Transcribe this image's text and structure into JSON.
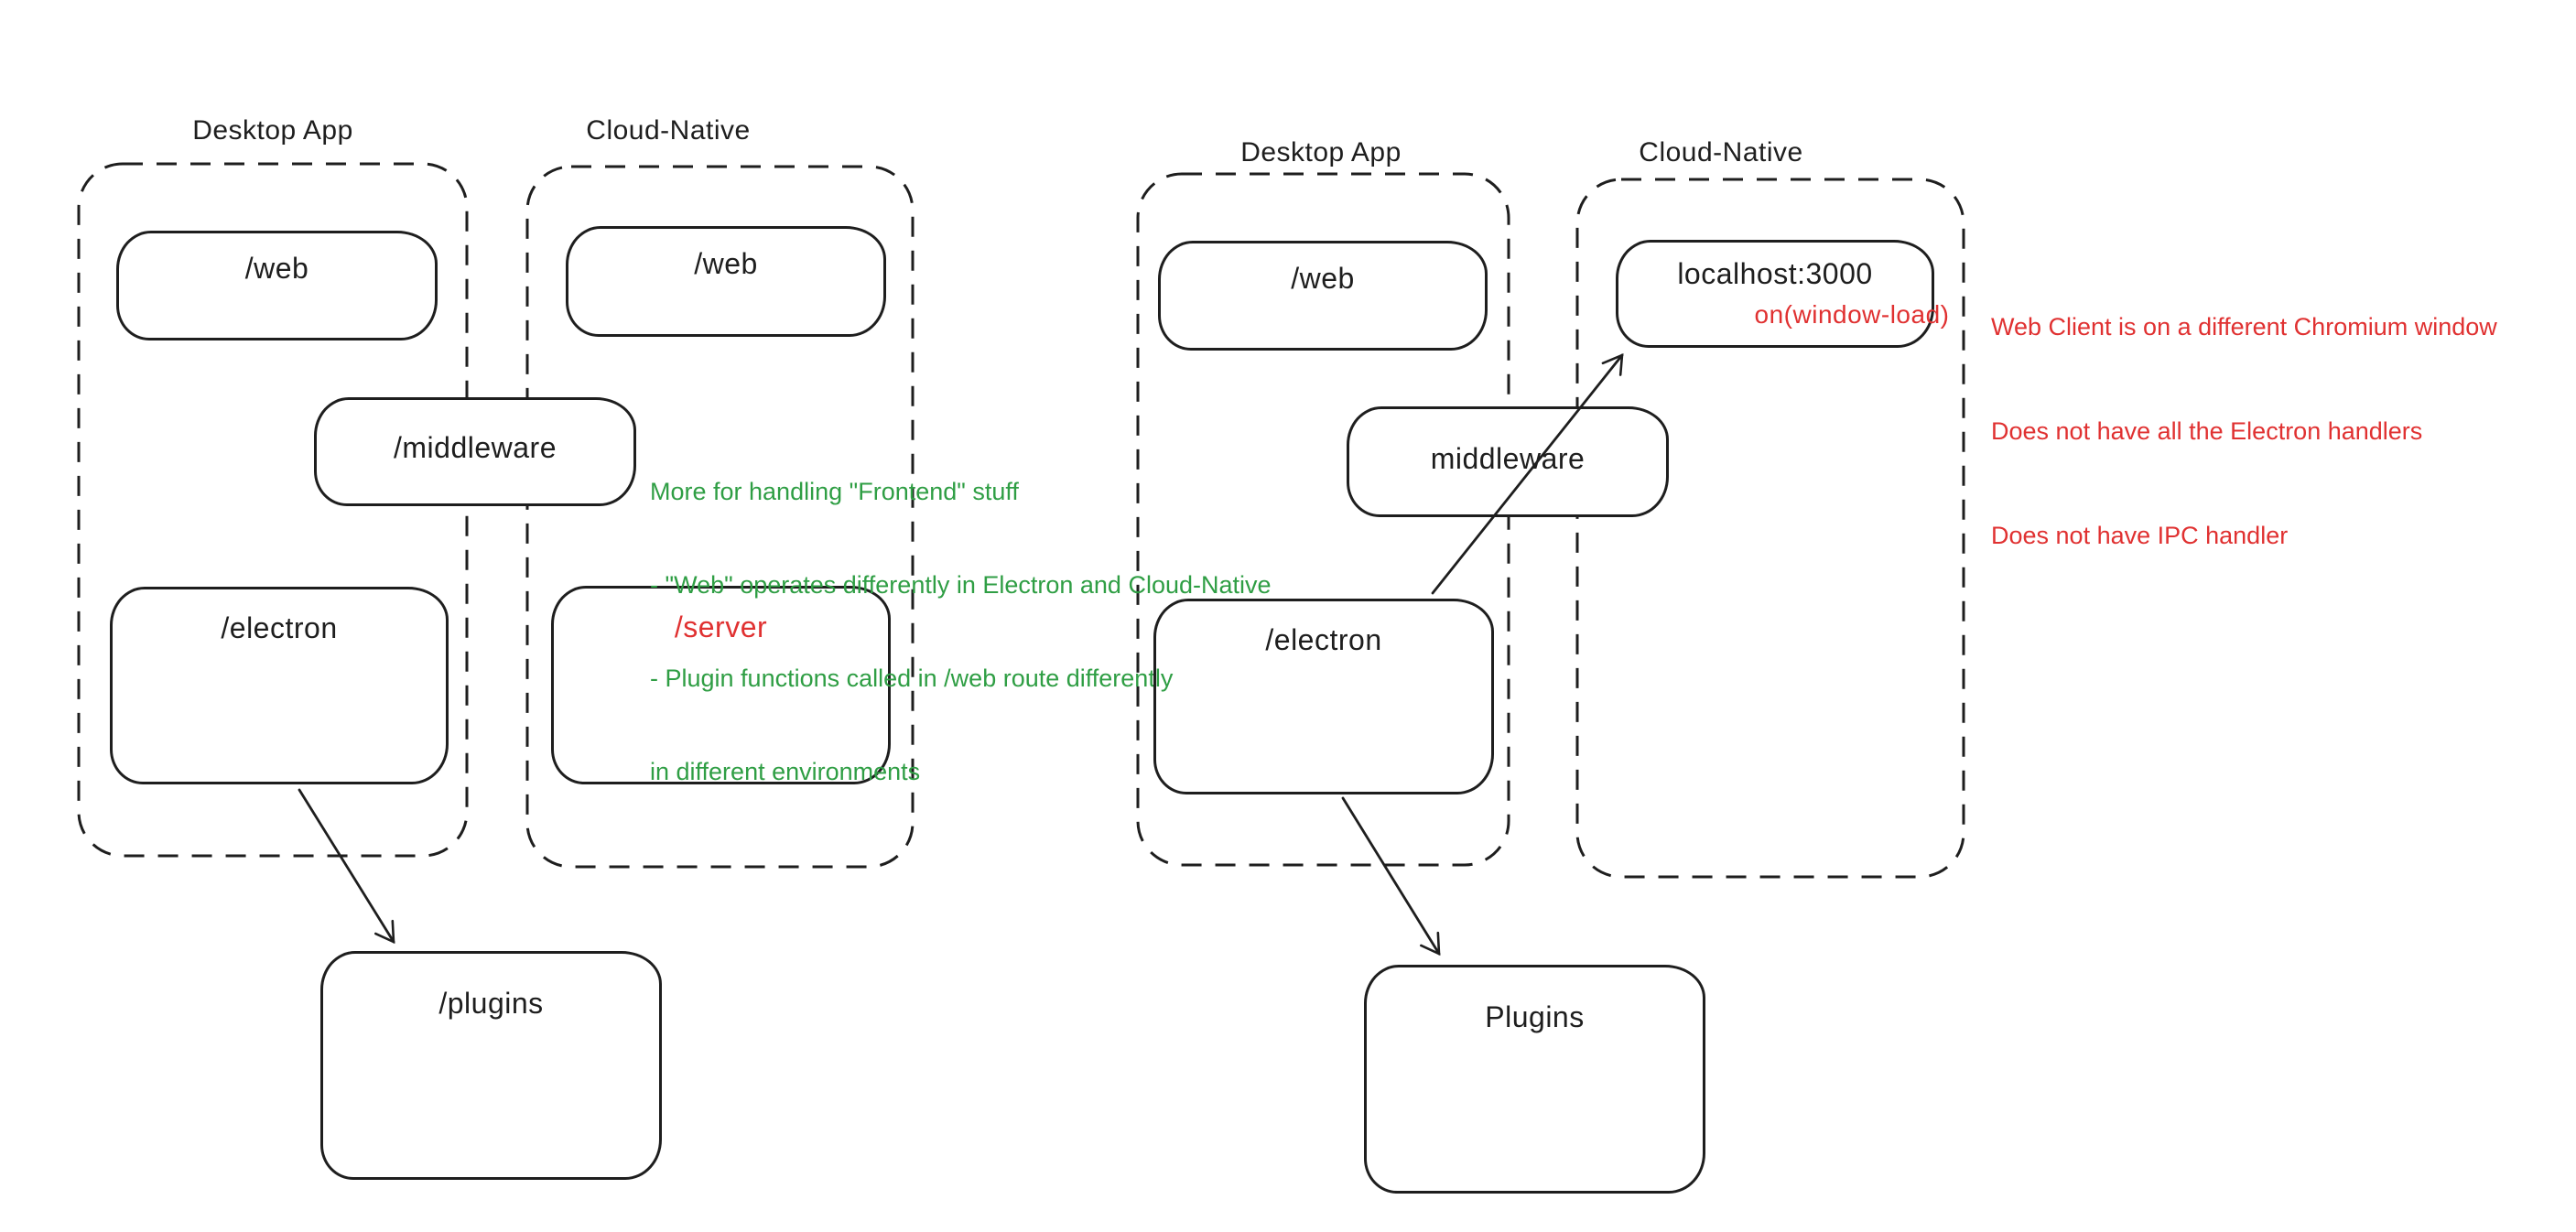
{
  "colors": {
    "ink": "#1e1e1e",
    "green": "#2f9e44",
    "red": "#e03131",
    "background": "#ffffff"
  },
  "left_diagram": {
    "title_desktop": "Desktop App",
    "title_cloud": "Cloud-Native",
    "web_desktop_label": "/web",
    "web_cloud_label": "/web",
    "middleware_label": "/middleware",
    "electron_label": "/electron",
    "server_label": "/server",
    "plugins_label": "/plugins",
    "note_green": {
      "lines": [
        "More for handling \"Frontend\" stuff",
        "- \"Web\" operates differently in Electron and Cloud-Native",
        "- Plugin functions called in /web route differently",
        "in different environments"
      ]
    }
  },
  "right_diagram": {
    "title_desktop": "Desktop App",
    "title_cloud": "Cloud-Native",
    "web_label": "/web",
    "localhost_label": "localhost:3000",
    "localhost_event_label": "on(window-load)",
    "middleware_label": "middleware",
    "electron_label": "/electron",
    "plugins_label": "Plugins",
    "note_red": {
      "lines": [
        "Web Client is on a different Chromium window",
        "Does not have all the Electron handlers",
        "Does not have IPC handler"
      ]
    }
  }
}
